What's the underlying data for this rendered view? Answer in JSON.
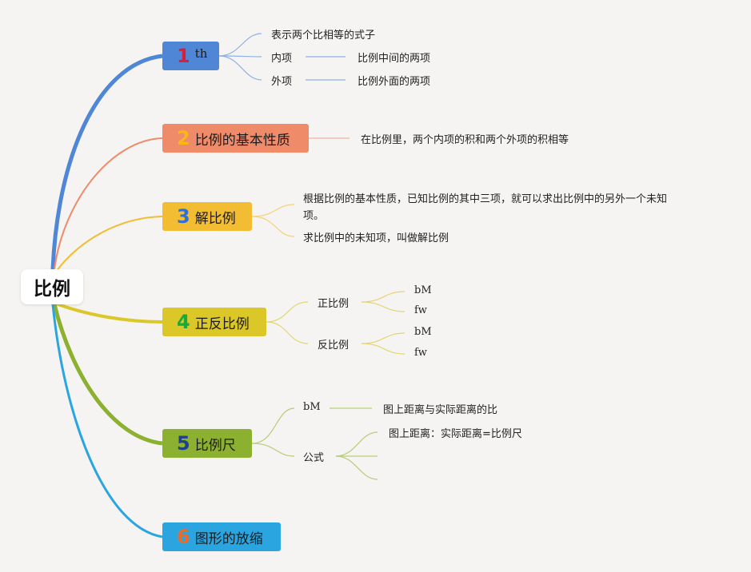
{
  "root": {
    "label": "比例"
  },
  "topics": [
    {
      "num": "1",
      "num_color": "#d9203a",
      "label": "th",
      "color": "#4f86d6"
    },
    {
      "num": "2",
      "num_color": "#f7b718",
      "label": "比例的基本性质",
      "color": "#f08b6a"
    },
    {
      "num": "3",
      "num_color": "#2f6fd6",
      "label": "解比例",
      "color": "#f2bd32"
    },
    {
      "num": "4",
      "num_color": "#18a83c",
      "label": "正反比例",
      "color": "#dbc728"
    },
    {
      "num": "5",
      "num_color": "#1f3f8f",
      "label": "比例尺",
      "color": "#8cb030"
    },
    {
      "num": "6",
      "num_color": "#f06a25",
      "label": "图形的放缩",
      "color": "#2aa5e0"
    }
  ],
  "branch1": {
    "definition": "表示两个比相等的式子",
    "inner": {
      "term": "内项",
      "desc": "比例中间的两项"
    },
    "outer": {
      "term": "外项",
      "desc": "比例外面的两项"
    }
  },
  "branch2": {
    "desc": "在比例里，两个内项的积和两个外项的积相等"
  },
  "branch3": {
    "line1": "根据比例的基本性质，已知比例的其中三项，就可以求出比例中的另外一个未知",
    "line2": "项。",
    "line3": "求比例中的未知项，叫做解比例"
  },
  "branch4": {
    "direct": {
      "label": "正比例",
      "a": "bM",
      "b": "fw"
    },
    "inverse": {
      "label": "反比例",
      "a": "bM",
      "b": "fw"
    }
  },
  "branch5": {
    "def_term": "bM",
    "def_desc": "图上距离与实际距离的比",
    "formula_label": "公式",
    "formula": "图上距离：实际距离=比例尺"
  }
}
